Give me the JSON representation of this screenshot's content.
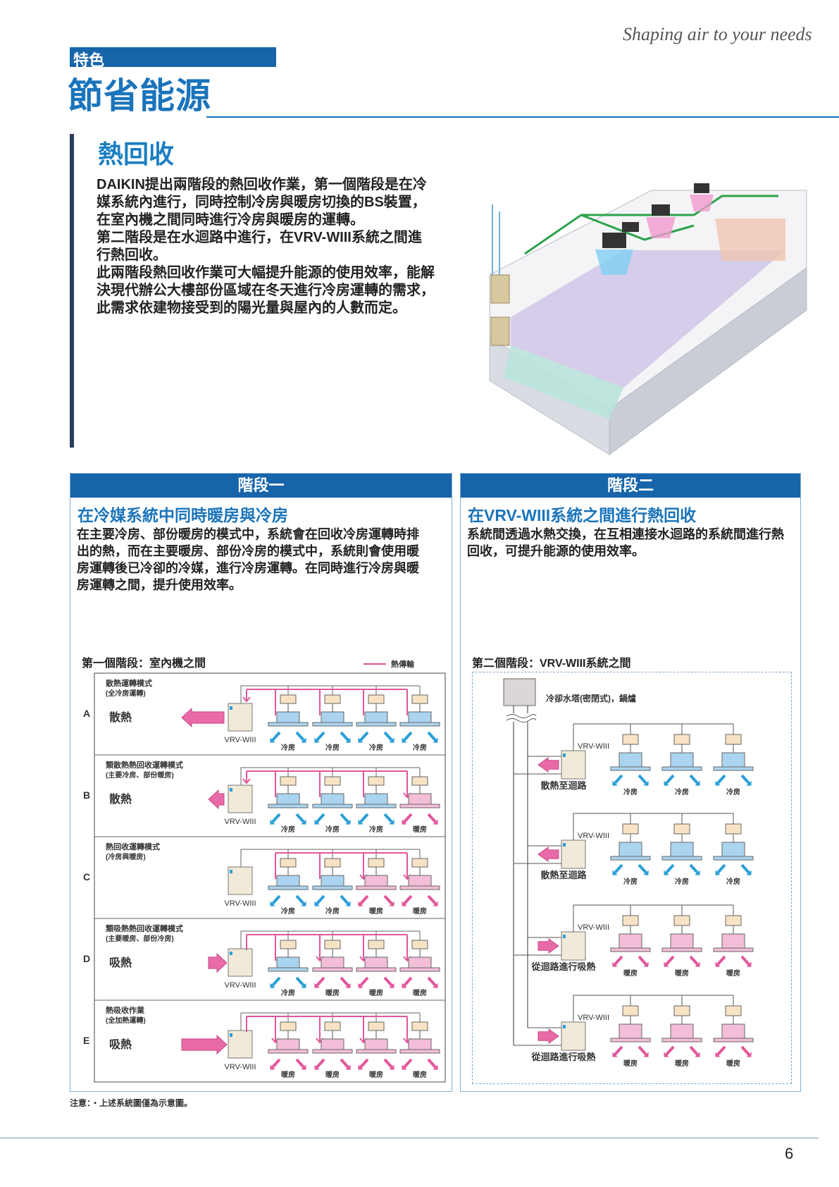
{
  "header": {
    "tagline": "Shaping air to your needs",
    "category": "特色",
    "title": "節省能源"
  },
  "section": {
    "heading": "熱回收",
    "lines": [
      "DAIKIN提出兩階段的熱回收作業，第一個階段是在冷",
      "媒系統內進行，同時控制冷房與暖房切換的BS裝置，",
      "在室內機之間同時進行冷房與暖房的運轉。",
      "第二階段是在水迴路中進行，在VRV-WIII系統之間進",
      "行熱回收。",
      "此兩階段熱回收作業可大幅提升能源的使用效率，能解",
      "決現代辦公大樓部份區域在冬天進行冷房運轉的需求，",
      "此需求依建物接受到的陽光量與屋內的人數而定。"
    ]
  },
  "labels": {
    "outdoor_model": "VRV-WIII",
    "cool": "冷房",
    "heat": "暖房"
  },
  "colors": {
    "brand_blue": "#1764ab",
    "heat_pink": "#e2569a",
    "cool_blue": "#2a9fd8"
  },
  "stage1": {
    "header": "階段一",
    "subtitle": "在冷媒系統中同時暖房與冷房",
    "lines": [
      "在主要冷房、部份暖房的模式中，系統會在回收冷房運轉時排",
      "出的熱，而在主要暖房、部份冷房的模式中，系統則會使用暖",
      "房運轉後已冷卻的冷媒，進行冷房運轉。在同時進行冷房與暖",
      "房運轉之間，提升使用效率。"
    ],
    "diagram_title": "第一個階段：室內機之間",
    "legend": "熱傳輸",
    "rows": [
      {
        "letter": "A",
        "mode": "散熱運轉模式",
        "detail": "(全冷房運轉)",
        "action": "散熱",
        "flow": "out",
        "arrow": "long",
        "units": [
          "cool",
          "cool",
          "cool",
          "cool"
        ]
      },
      {
        "letter": "B",
        "mode": "類散熱熱回收運轉模式",
        "detail": "(主要冷房、部份暖房)",
        "action": "散熱",
        "flow": "out",
        "arrow": "short",
        "units": [
          "cool",
          "cool",
          "cool",
          "heat"
        ]
      },
      {
        "letter": "C",
        "mode": "熱回收運轉模式",
        "detail": "(冷房與暖房)",
        "action": "",
        "flow": "none",
        "arrow": "none",
        "units": [
          "cool",
          "cool",
          "heat",
          "heat"
        ]
      },
      {
        "letter": "D",
        "mode": "類吸熱熱回收運轉模式",
        "detail": "(主要暖房、部份冷房)",
        "action": "吸熱",
        "flow": "in",
        "arrow": "short",
        "units": [
          "cool",
          "heat",
          "heat",
          "heat"
        ]
      },
      {
        "letter": "E",
        "mode": "熱吸收作業",
        "detail": "(全加熱運轉)",
        "action": "吸熱",
        "flow": "in",
        "arrow": "long",
        "units": [
          "heat",
          "heat",
          "heat",
          "heat"
        ]
      }
    ]
  },
  "stage2": {
    "header": "階段二",
    "subtitle": "在VRV-WIII系統之間進行熱回收",
    "lines": [
      "系統間透過水熱交換，在互相連接水迴路的系統間進行熱",
      "回收，可提升能源的使用效率。"
    ],
    "diagram_title": "第二個階段：VRV-WIII系統之間",
    "tower_label": "冷卻水塔(密閉式)，鍋爐",
    "groups": [
      {
        "action": "散熱至迴路",
        "flow": "out",
        "units": [
          "cool",
          "cool",
          "cool"
        ]
      },
      {
        "action": "散熱至迴路",
        "flow": "out",
        "units": [
          "cool",
          "cool",
          "cool"
        ]
      },
      {
        "action": "從迴路進行吸熱",
        "flow": "in",
        "units": [
          "heat",
          "heat",
          "heat"
        ]
      },
      {
        "action": "從迴路進行吸熱",
        "flow": "in",
        "units": [
          "heat",
          "heat",
          "heat"
        ]
      }
    ]
  },
  "note": "注意：・上述系統圖僅為示意圖。",
  "page_number": "6"
}
